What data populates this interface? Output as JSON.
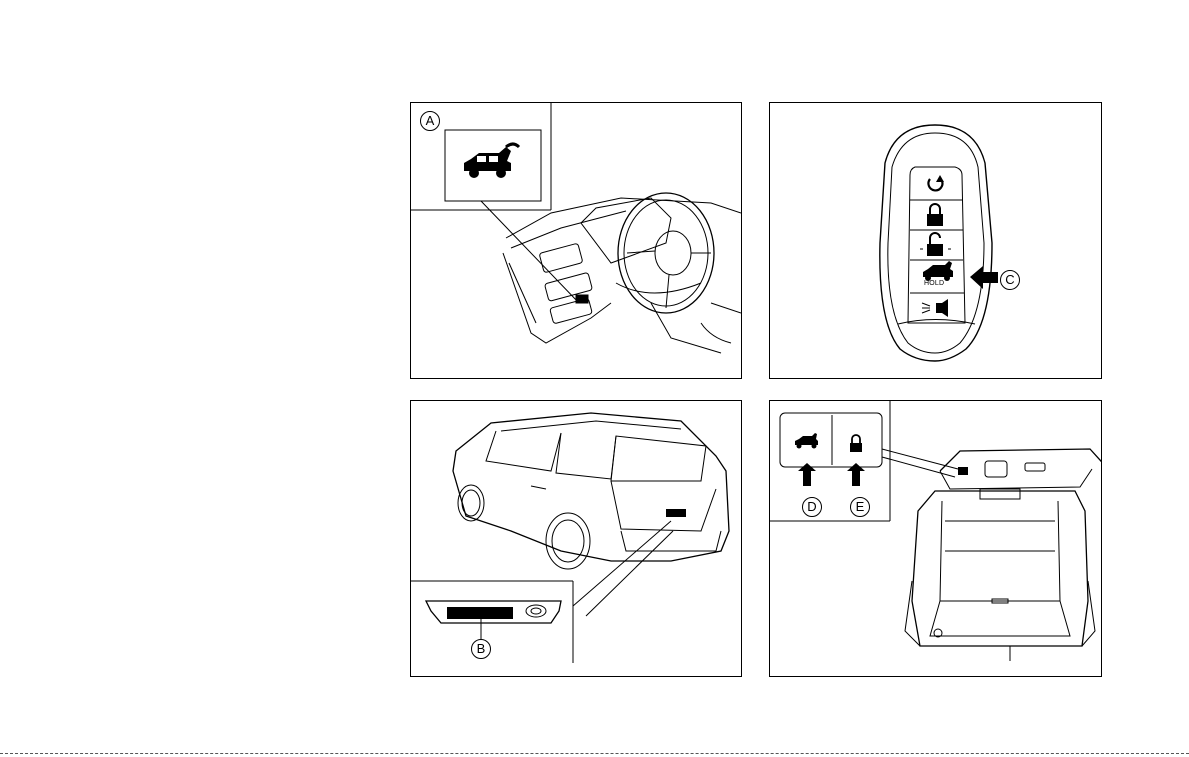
{
  "panels": {
    "dashboard": {
      "callout": "A"
    },
    "fob": {
      "callout": "C",
      "hold_label": "HOLD"
    },
    "rear_exterior": {
      "callout": "B"
    },
    "liftgate_interior": {
      "callout_close": "D",
      "callout_lock": "E"
    }
  },
  "icons": [
    "liftgate-car-icon",
    "remote-start-icon",
    "lock-icon",
    "unlock-icon",
    "panic-horn-icon",
    "arrow-icon"
  ]
}
